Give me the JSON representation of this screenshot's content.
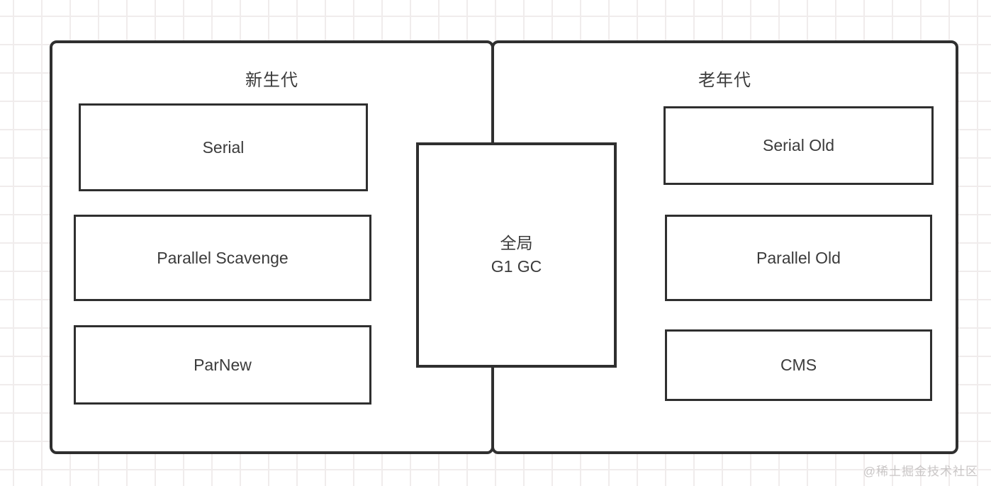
{
  "diagram": {
    "title_context": "JVM garbage collectors by generation",
    "young_generation": {
      "title": "新生代",
      "collectors": [
        "Serial",
        "Parallel Scavenge",
        "ParNew"
      ]
    },
    "old_generation": {
      "title": "老年代",
      "collectors": [
        "Serial Old",
        "Parallel Old",
        "CMS"
      ]
    },
    "global_collector": {
      "line1": "全局",
      "line2": "G1 GC"
    }
  },
  "watermark": "@稀土掘金技术社区",
  "colors": {
    "border": "#2f2f2f",
    "text": "#3b3b3b",
    "grid_line": "#f0ecec",
    "watermark": "#c9c6c6",
    "background": "#ffffff"
  }
}
